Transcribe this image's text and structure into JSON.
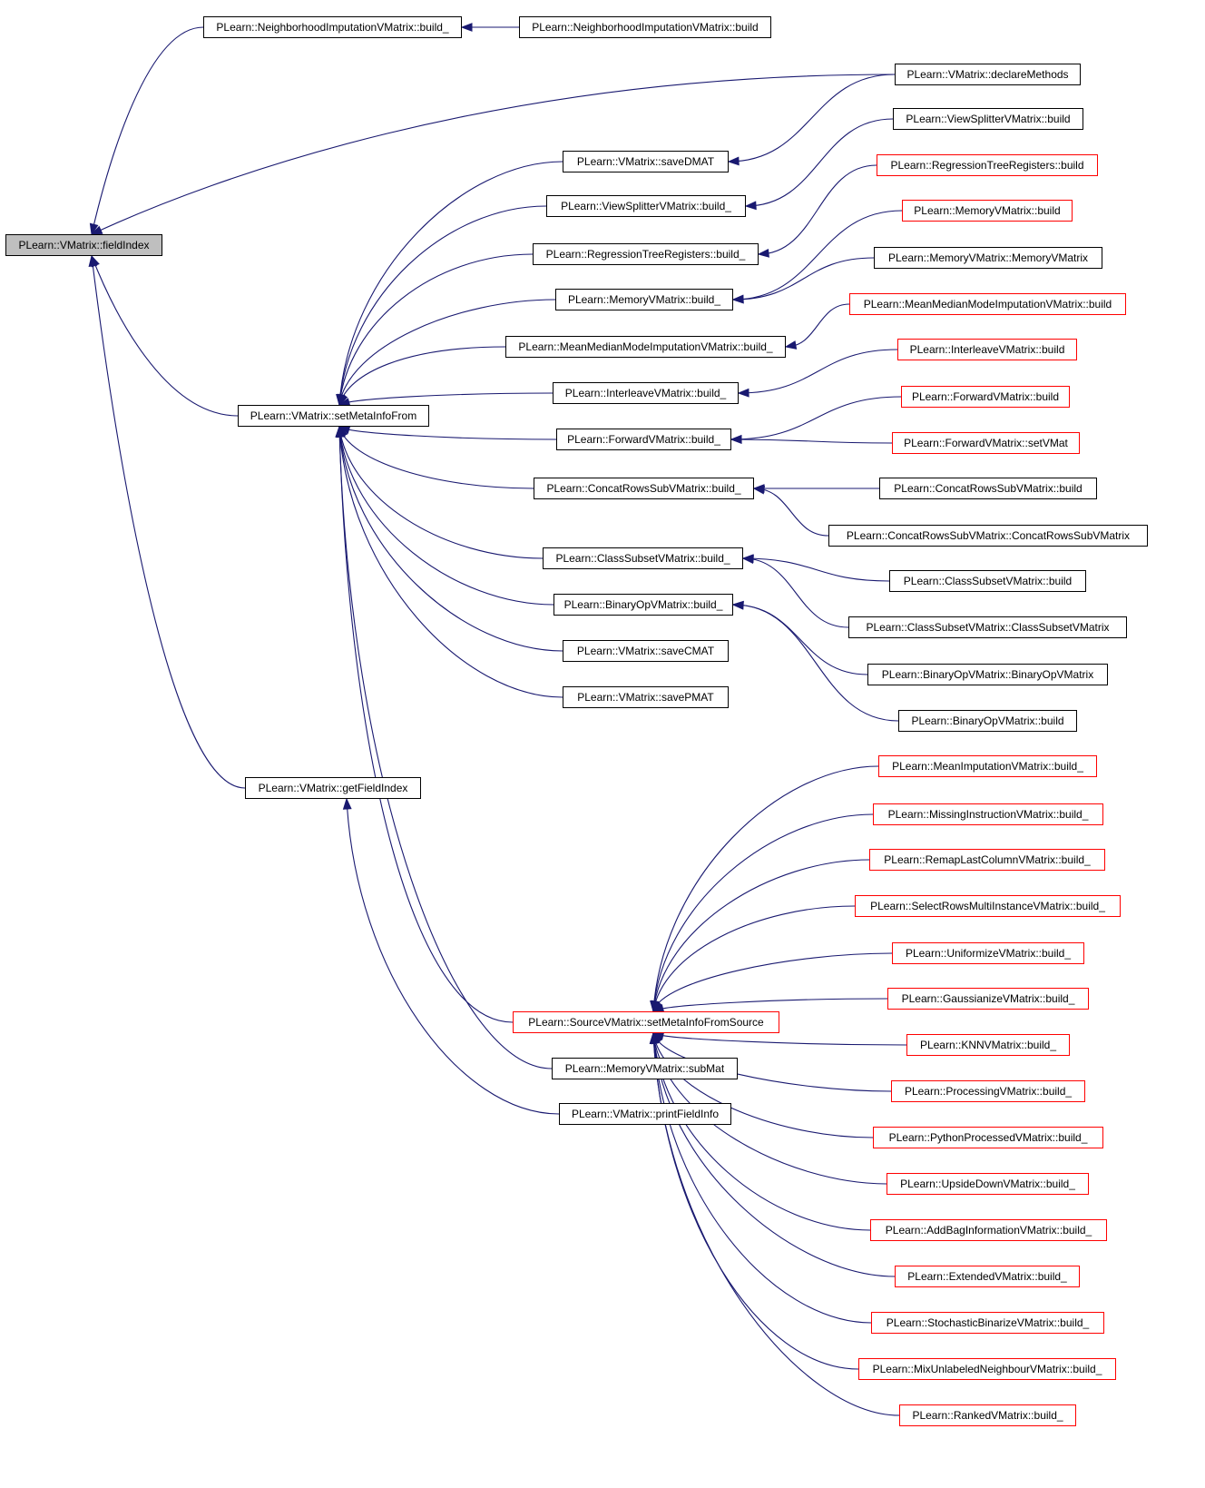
{
  "graph": {
    "colors": {
      "edge": "#191970",
      "truncated_border": "#ff0000",
      "normal_border": "#000000",
      "focus_fill": "#bfbfbf"
    },
    "focus": "PLearn::VMatrix::fieldIndex",
    "nodes": [
      {
        "id": "n1",
        "label": "PLearn::VMatrix::fieldIndex",
        "style": "focus"
      },
      {
        "id": "n2",
        "label": "PLearn::NeighborhoodImputationVMatrix::build_",
        "style": "normal"
      },
      {
        "id": "n3",
        "label": "PLearn::NeighborhoodImputationVMatrix::build",
        "style": "normal"
      },
      {
        "id": "n4",
        "label": "PLearn::VMatrix::declareMethods",
        "style": "normal"
      },
      {
        "id": "n5",
        "label": "PLearn::VMatrix::setMetaInfoFrom",
        "style": "normal"
      },
      {
        "id": "n6",
        "label": "PLearn::VMatrix::saveDMAT",
        "style": "normal"
      },
      {
        "id": "n7",
        "label": "PLearn::ViewSplitterVMatrix::build_",
        "style": "normal"
      },
      {
        "id": "n8",
        "label": "PLearn::ViewSplitterVMatrix::build",
        "style": "normal"
      },
      {
        "id": "n9",
        "label": "PLearn::RegressionTreeRegisters::build_",
        "style": "normal"
      },
      {
        "id": "n10",
        "label": "PLearn::RegressionTreeRegisters::build",
        "style": "red"
      },
      {
        "id": "n11",
        "label": "PLearn::MemoryVMatrix::build_",
        "style": "normal"
      },
      {
        "id": "n12",
        "label": "PLearn::MemoryVMatrix::build",
        "style": "red"
      },
      {
        "id": "n13",
        "label": "PLearn::MemoryVMatrix::MemoryVMatrix",
        "style": "normal"
      },
      {
        "id": "n14",
        "label": "PLearn::MeanMedianModeImputationVMatrix::build_",
        "style": "normal"
      },
      {
        "id": "n15",
        "label": "PLearn::MeanMedianModeImputationVMatrix::build",
        "style": "red"
      },
      {
        "id": "n16",
        "label": "PLearn::InterleaveVMatrix::build_",
        "style": "normal"
      },
      {
        "id": "n17",
        "label": "PLearn::InterleaveVMatrix::build",
        "style": "red"
      },
      {
        "id": "n18",
        "label": "PLearn::ForwardVMatrix::build_",
        "style": "normal"
      },
      {
        "id": "n19",
        "label": "PLearn::ForwardVMatrix::build",
        "style": "red"
      },
      {
        "id": "n20",
        "label": "PLearn::ForwardVMatrix::setVMat",
        "style": "red"
      },
      {
        "id": "n21",
        "label": "PLearn::ConcatRowsSubVMatrix::build_",
        "style": "normal"
      },
      {
        "id": "n22",
        "label": "PLearn::ConcatRowsSubVMatrix::build",
        "style": "normal"
      },
      {
        "id": "n23",
        "label": "PLearn::ConcatRowsSubVMatrix::ConcatRowsSubVMatrix",
        "style": "normal"
      },
      {
        "id": "n24",
        "label": "PLearn::ClassSubsetVMatrix::build_",
        "style": "normal"
      },
      {
        "id": "n25",
        "label": "PLearn::ClassSubsetVMatrix::build",
        "style": "normal"
      },
      {
        "id": "n26",
        "label": "PLearn::ClassSubsetVMatrix::ClassSubsetVMatrix",
        "style": "normal"
      },
      {
        "id": "n27",
        "label": "PLearn::BinaryOpVMatrix::build_",
        "style": "normal"
      },
      {
        "id": "n28",
        "label": "PLearn::BinaryOpVMatrix::BinaryOpVMatrix",
        "style": "normal"
      },
      {
        "id": "n29",
        "label": "PLearn::BinaryOpVMatrix::build",
        "style": "normal"
      },
      {
        "id": "n30",
        "label": "PLearn::VMatrix::saveCMAT",
        "style": "normal"
      },
      {
        "id": "n31",
        "label": "PLearn::VMatrix::savePMAT",
        "style": "normal"
      },
      {
        "id": "n32",
        "label": "PLearn::VMatrix::getFieldIndex",
        "style": "normal"
      },
      {
        "id": "n33",
        "label": "PLearn::MeanImputationVMatrix::build_",
        "style": "red"
      },
      {
        "id": "n34",
        "label": "PLearn::MissingInstructionVMatrix::build_",
        "style": "red"
      },
      {
        "id": "n35",
        "label": "PLearn::RemapLastColumnVMatrix::build_",
        "style": "red"
      },
      {
        "id": "n36",
        "label": "PLearn::SelectRowsMultiInstanceVMatrix::build_",
        "style": "red"
      },
      {
        "id": "n37",
        "label": "PLearn::UniformizeVMatrix::build_",
        "style": "red"
      },
      {
        "id": "n38",
        "label": "PLearn::GaussianizeVMatrix::build_",
        "style": "red"
      },
      {
        "id": "n39",
        "label": "PLearn::SourceVMatrix::setMetaInfoFromSource",
        "style": "red"
      },
      {
        "id": "n40",
        "label": "PLearn::KNNVMatrix::build_",
        "style": "red"
      },
      {
        "id": "n41",
        "label": "PLearn::MemoryVMatrix::subMat",
        "style": "normal"
      },
      {
        "id": "n42",
        "label": "PLearn::ProcessingVMatrix::build_",
        "style": "red"
      },
      {
        "id": "n43",
        "label": "PLearn::VMatrix::printFieldInfo",
        "style": "normal"
      },
      {
        "id": "n44",
        "label": "PLearn::PythonProcessedVMatrix::build_",
        "style": "red"
      },
      {
        "id": "n45",
        "label": "PLearn::UpsideDownVMatrix::build_",
        "style": "red"
      },
      {
        "id": "n46",
        "label": "PLearn::AddBagInformationVMatrix::build_",
        "style": "red"
      },
      {
        "id": "n47",
        "label": "PLearn::ExtendedVMatrix::build_",
        "style": "red"
      },
      {
        "id": "n48",
        "label": "PLearn::StochasticBinarizeVMatrix::build_",
        "style": "red"
      },
      {
        "id": "n49",
        "label": "PLearn::MixUnlabeledNeighbourVMatrix::build_",
        "style": "red"
      },
      {
        "id": "n50",
        "label": "PLearn::RankedVMatrix::build_",
        "style": "red"
      }
    ],
    "edges": [
      [
        "n2",
        "n1"
      ],
      [
        "n3",
        "n2"
      ],
      [
        "n4",
        "n1"
      ],
      [
        "n5",
        "n1"
      ],
      [
        "n32",
        "n1"
      ],
      [
        "n6",
        "n5"
      ],
      [
        "n7",
        "n5"
      ],
      [
        "n9",
        "n5"
      ],
      [
        "n11",
        "n5"
      ],
      [
        "n14",
        "n5"
      ],
      [
        "n16",
        "n5"
      ],
      [
        "n18",
        "n5"
      ],
      [
        "n21",
        "n5"
      ],
      [
        "n24",
        "n5"
      ],
      [
        "n27",
        "n5"
      ],
      [
        "n30",
        "n5"
      ],
      [
        "n31",
        "n5"
      ],
      [
        "n39",
        "n5"
      ],
      [
        "n41",
        "n5"
      ],
      [
        "n43",
        "n32"
      ],
      [
        "n4",
        "n6"
      ],
      [
        "n8",
        "n7"
      ],
      [
        "n10",
        "n9"
      ],
      [
        "n12",
        "n11"
      ],
      [
        "n13",
        "n11"
      ],
      [
        "n15",
        "n14"
      ],
      [
        "n17",
        "n16"
      ],
      [
        "n19",
        "n18"
      ],
      [
        "n20",
        "n18"
      ],
      [
        "n22",
        "n21"
      ],
      [
        "n23",
        "n21"
      ],
      [
        "n25",
        "n24"
      ],
      [
        "n26",
        "n24"
      ],
      [
        "n28",
        "n27"
      ],
      [
        "n29",
        "n27"
      ],
      [
        "n33",
        "n39"
      ],
      [
        "n34",
        "n39"
      ],
      [
        "n35",
        "n39"
      ],
      [
        "n36",
        "n39"
      ],
      [
        "n37",
        "n39"
      ],
      [
        "n38",
        "n39"
      ],
      [
        "n40",
        "n39"
      ],
      [
        "n42",
        "n39"
      ],
      [
        "n44",
        "n39"
      ],
      [
        "n45",
        "n39"
      ],
      [
        "n46",
        "n39"
      ],
      [
        "n47",
        "n39"
      ],
      [
        "n48",
        "n39"
      ],
      [
        "n49",
        "n39"
      ],
      [
        "n50",
        "n39"
      ]
    ]
  }
}
